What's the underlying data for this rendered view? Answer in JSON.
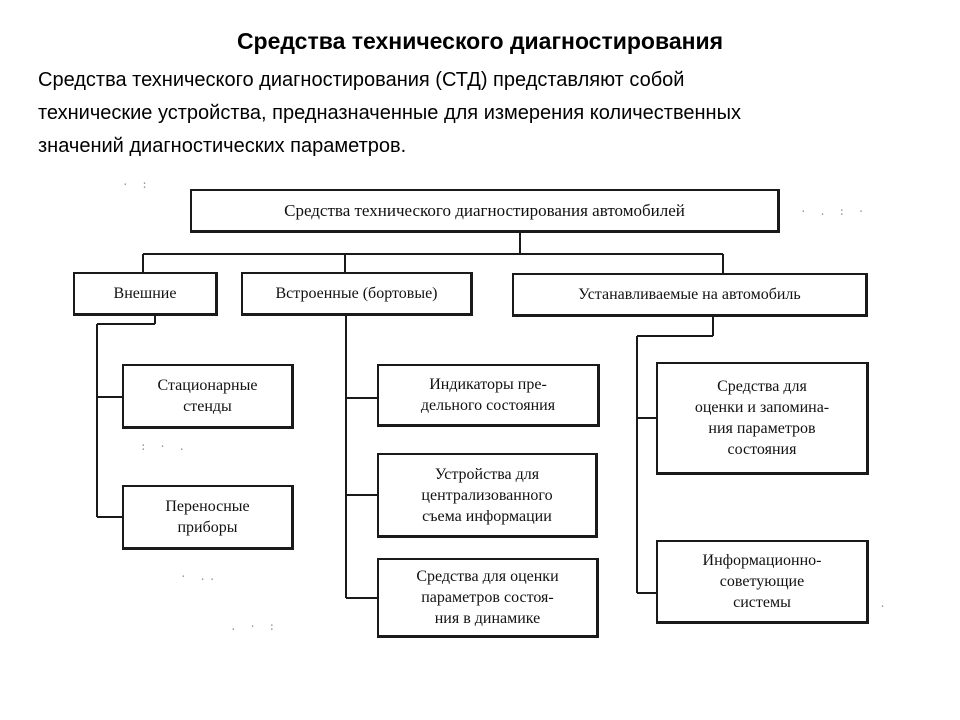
{
  "heading": "Средства технического диагностирования",
  "intro_lines": [
    "Средства технического диагностирования (СТД) представляют собой",
    "технические устройства, предназначенные для измерения количественных",
    "значений диагностических параметров."
  ],
  "diagram": {
    "root": "Средства технического диагностирования автомобилей",
    "groups": [
      {
        "label": "Внешние",
        "children": [
          [
            "Стационарные",
            "стенды"
          ],
          [
            "Переносные",
            "приборы"
          ]
        ]
      },
      {
        "label": "Встроенные (бортовые)",
        "children": [
          [
            "Индикаторы пре-",
            "дельного состояния"
          ],
          [
            "Устройства для",
            "централизованного",
            "съема информации"
          ],
          [
            "Средства для оценки",
            "параметров состоя-",
            "ния в динамике"
          ]
        ]
      },
      {
        "label": "Устанавливаемые на автомобиль",
        "children": [
          [
            "Средства для",
            "оценки и запомина-",
            "ния параметров",
            "состояния"
          ],
          [
            "Информационно-",
            "советующие",
            "системы"
          ]
        ]
      }
    ]
  }
}
